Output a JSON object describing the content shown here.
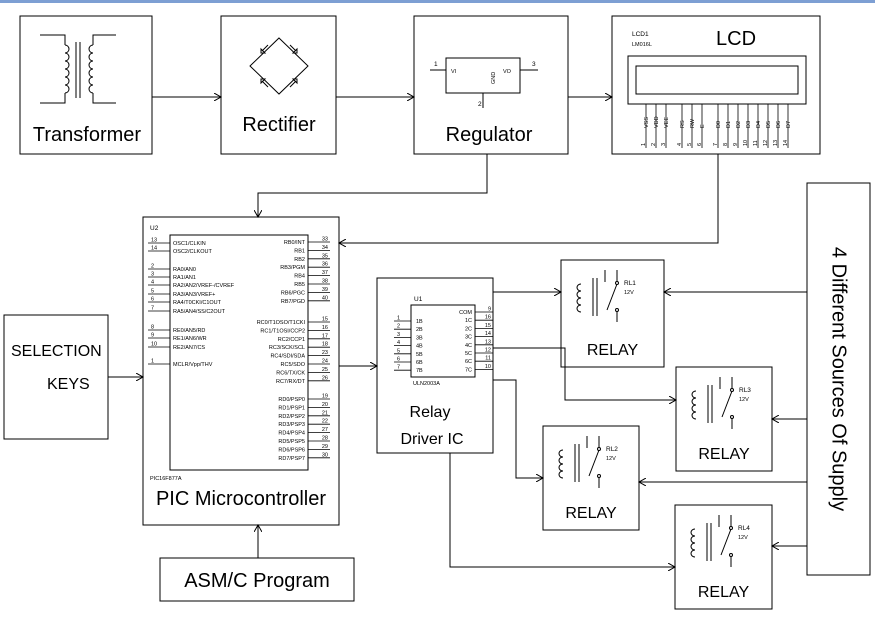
{
  "blocks": {
    "transformer": "Transformer",
    "rectifier": "Rectifier",
    "regulator": "Regulator",
    "lcd_title": "LCD",
    "lcd_ref": "LCD1",
    "lcd_part": "LM016L",
    "pic_label": "PIC Microcontroller",
    "pic_ref": "U2",
    "pic_part": "PIC16F877A",
    "selection_line1": "SELECTION",
    "selection_line2": "KEYS",
    "program": "ASM/C Program",
    "driver_line1": "Relay",
    "driver_line2": "Driver  IC",
    "driver_ref": "U1",
    "driver_part": "ULN2003A",
    "supply": "4 Different Sources Of Supply"
  },
  "regulator_pins": {
    "vi": "VI",
    "vo": "VO",
    "gnd": "GND",
    "p1": "1",
    "p2": "2",
    "p3": "3"
  },
  "relays": [
    {
      "label": "RELAY",
      "ref": "RL1",
      "volt": "12V"
    },
    {
      "label": "RELAY",
      "ref": "RL3",
      "volt": "12V"
    },
    {
      "label": "RELAY",
      "ref": "RL2",
      "volt": "12V"
    },
    {
      "label": "RELAY",
      "ref": "RL4",
      "volt": "12V"
    }
  ],
  "lcd_pins": [
    {
      "name": "VSS",
      "num": "1"
    },
    {
      "name": "VDD",
      "num": "2"
    },
    {
      "name": "VEE",
      "num": "3"
    },
    {
      "name": "RS",
      "num": "4"
    },
    {
      "name": "RW",
      "num": "5"
    },
    {
      "name": "E",
      "num": "6"
    },
    {
      "name": "D0",
      "num": "7"
    },
    {
      "name": "D1",
      "num": "8"
    },
    {
      "name": "D2",
      "num": "9"
    },
    {
      "name": "D3",
      "num": "10"
    },
    {
      "name": "D4",
      "num": "11"
    },
    {
      "name": "D5",
      "num": "12"
    },
    {
      "name": "D6",
      "num": "13"
    },
    {
      "name": "D7",
      "num": "14"
    }
  ],
  "pic_left_pins": [
    {
      "num": "13",
      "name": "OSC1/CLKIN"
    },
    {
      "num": "14",
      "name": "OSC2/CLKOUT"
    },
    {
      "num": "2",
      "name": "RA0/AN0"
    },
    {
      "num": "3",
      "name": "RA1/AN1"
    },
    {
      "num": "4",
      "name": "RA2/AN2/VREF-/CVREF"
    },
    {
      "num": "5",
      "name": "RA3/AN3/VREF+"
    },
    {
      "num": "6",
      "name": "RA4/T0CKI/C1OUT"
    },
    {
      "num": "7",
      "name": "RA5/AN4/SS/C2OUT"
    },
    {
      "num": "8",
      "name": "RE0/AN5/RD"
    },
    {
      "num": "9",
      "name": "RE1/AN6/WR"
    },
    {
      "num": "10",
      "name": "RE2/AN7/CS"
    },
    {
      "num": "1",
      "name": "MCLR/Vpp/THV"
    }
  ],
  "pic_right_pins": [
    {
      "name": "RB0/INT",
      "num": "33"
    },
    {
      "name": "RB1",
      "num": "34"
    },
    {
      "name": "RB2",
      "num": "35"
    },
    {
      "name": "RB3/PGM",
      "num": "36"
    },
    {
      "name": "RB4",
      "num": "37"
    },
    {
      "name": "RB5",
      "num": "38"
    },
    {
      "name": "RB6/PGC",
      "num": "39"
    },
    {
      "name": "RB7/PGD",
      "num": "40"
    },
    {
      "name": "RC0/T1OSO/T1CKI",
      "num": "15"
    },
    {
      "name": "RC1/T1OSI/CCP2",
      "num": "16"
    },
    {
      "name": "RC2/CCP1",
      "num": "17"
    },
    {
      "name": "RC3/SCK/SCL",
      "num": "18"
    },
    {
      "name": "RC4/SDI/SDA",
      "num": "23"
    },
    {
      "name": "RC5/SDO",
      "num": "24"
    },
    {
      "name": "RC6/TX/CK",
      "num": "25"
    },
    {
      "name": "RC7/RX/DT",
      "num": "26"
    },
    {
      "name": "RD0/PSP0",
      "num": "19"
    },
    {
      "name": "RD1/PSP1",
      "num": "20"
    },
    {
      "name": "RD2/PSP2",
      "num": "21"
    },
    {
      "name": "RD3/PSP3",
      "num": "22"
    },
    {
      "name": "RD4/PSP4",
      "num": "27"
    },
    {
      "name": "RD5/PSP5",
      "num": "28"
    },
    {
      "name": "RD6/PSP6",
      "num": "29"
    },
    {
      "name": "RD7/PSP7",
      "num": "30"
    }
  ],
  "uln_left_pins": [
    {
      "num": "1",
      "name": "1B"
    },
    {
      "num": "2",
      "name": "2B"
    },
    {
      "num": "3",
      "name": "3B"
    },
    {
      "num": "4",
      "name": "4B"
    },
    {
      "num": "5",
      "name": "5B"
    },
    {
      "num": "6",
      "name": "6B"
    },
    {
      "num": "7",
      "name": "7B"
    }
  ],
  "uln_right_pins": [
    {
      "name": "COM",
      "num": "9"
    },
    {
      "name": "1C",
      "num": "16"
    },
    {
      "name": "2C",
      "num": "15"
    },
    {
      "name": "3C",
      "num": "14"
    },
    {
      "name": "4C",
      "num": "13"
    },
    {
      "name": "5C",
      "num": "12"
    },
    {
      "name": "6C",
      "num": "11"
    },
    {
      "name": "7C",
      "num": "10"
    }
  ]
}
